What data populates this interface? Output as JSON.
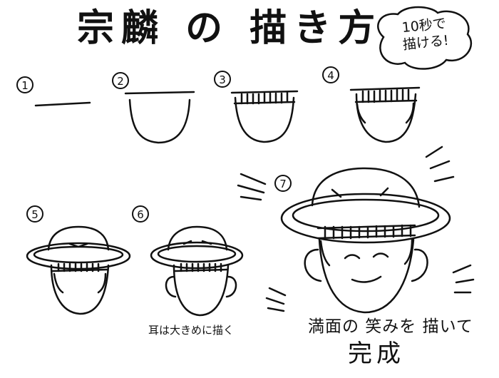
{
  "title": "宗麟 の 描き方",
  "bubble": {
    "line1": "10秒で",
    "line2": "描ける!"
  },
  "steps": [
    "1",
    "2",
    "3",
    "4",
    "5",
    "6",
    "7"
  ],
  "notes": {
    "ears": "耳は大きめに描く",
    "smile": "満面の 笑みを 描いて",
    "finish": "完成"
  }
}
